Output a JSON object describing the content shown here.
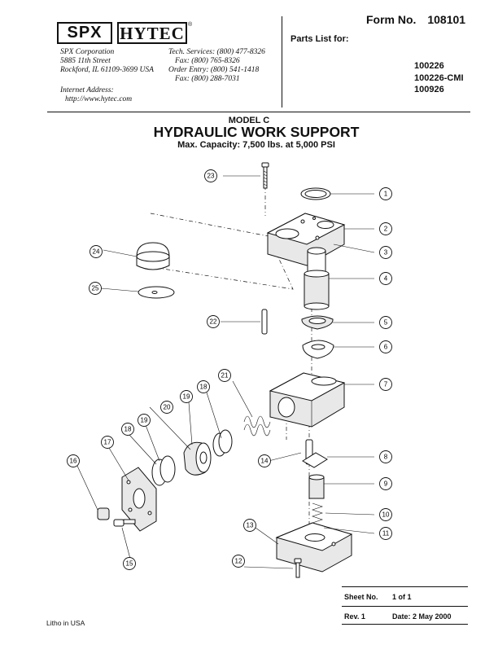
{
  "header": {
    "logo_spx": "SPX",
    "logo_hytec": "HYTEC",
    "logo_reg": "®",
    "company_lines": [
      "SPX Corporation",
      "5885 11th Street",
      "Rockford, IL 61109-3699 USA"
    ],
    "contact_lines": [
      "Tech. Services: (800) 477-8326",
      "Fax: (800) 765-8326",
      "Order Entry: (800) 541-1418",
      "Fax: (800) 288-7031"
    ],
    "internet_label": "Internet Address:",
    "internet_url": "http://www.hytec.com",
    "form_label": "Form No.",
    "form_number": "108101",
    "parts_list_label": "Parts List for:",
    "part_numbers": [
      "100226",
      "100226-CMI",
      "100926"
    ]
  },
  "title": {
    "model": "MODEL C",
    "name": "HYDRAULIC WORK SUPPORT",
    "capacity": "Max. Capacity:  7,500 lbs. at 5,000 PSI"
  },
  "callouts": [
    "1",
    "2",
    "3",
    "4",
    "5",
    "6",
    "7",
    "8",
    "9",
    "10",
    "11",
    "12",
    "13",
    "14",
    "15",
    "16",
    "17",
    "18",
    "19",
    "20",
    "21",
    "18",
    "19",
    "22",
    "23",
    "24",
    "25"
  ],
  "footer": {
    "sheet_label": "Sheet No.",
    "sheet_value": "1 of 1",
    "rev_label": "Rev. 1",
    "date_label": "Date: 2 May 2000",
    "litho": "Litho in USA"
  }
}
